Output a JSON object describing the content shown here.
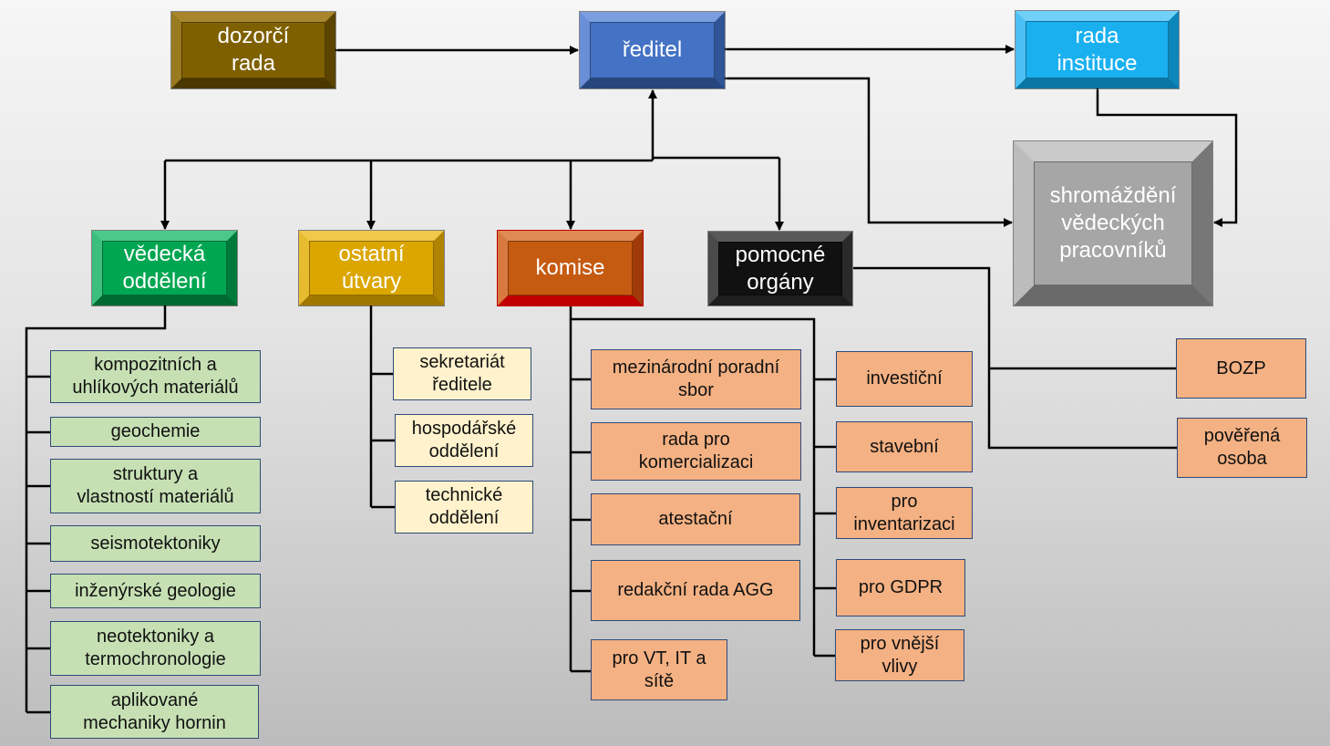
{
  "colors": {
    "dozorci": "#7f6000",
    "reditel": "#4472c4",
    "rada_instituce": "#1ab0f0",
    "shromazdeni": "#a6a6a6",
    "vedecka": "#00b050",
    "ostatni": "#e0a800",
    "komise": "#c55a11",
    "pomocne": "#1a1a1a",
    "green_leaf": "#c6e0b4",
    "cream_leaf": "#fff2cc",
    "salmon_leaf": "#f4b183"
  },
  "nodes": {
    "dozorci_rada": "dozorčí\nrada",
    "reditel": "ředitel",
    "rada_instituce": "rada\ninstituce",
    "shromazdeni": "shromáždění\nvědeckých\npracovníků",
    "vedecka_oddeleni": "vědecká\noddělení",
    "ostatni_utvary": "ostatní\nútvary",
    "komise": "komise",
    "pomocne_organy": "pomocné\norgány"
  },
  "vedecka_items": [
    "kompozitních a\nuhlíkových materiálů",
    "geochemie",
    "struktury a\nvlastností materiálů",
    "seismotektoniky",
    "inženýrské geologie",
    "neotektoniky a\ntermochronologie",
    "aplikované\nmechaniky hornin"
  ],
  "ostatni_items": [
    "sekretariát\nředitele",
    "hospodářské\noddělení",
    "technické\noddělení"
  ],
  "komise_left_items": [
    "mezinárodní poradní\nsbor",
    "rada pro\nkomercializaci",
    "atestační",
    "redakční rada AGG",
    "pro VT, IT a\nsítě"
  ],
  "komise_right_items": [
    "investiční",
    "stavební",
    "pro\ninventarizaci",
    "pro GDPR",
    "pro vnější\nvlivy"
  ],
  "pomocne_items": [
    "BOZP",
    "pověřená\nosoba"
  ]
}
